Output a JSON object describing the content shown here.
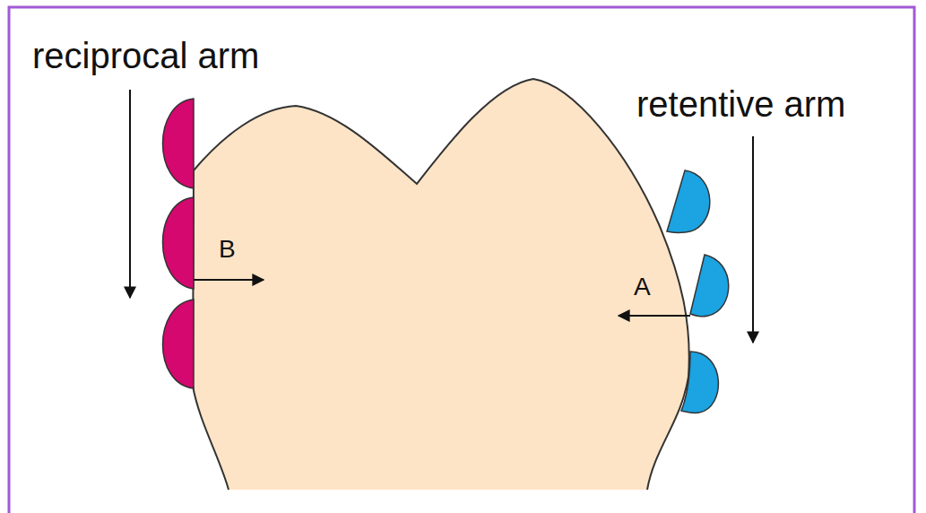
{
  "diagram": {
    "labels": [
      "reciprocal arm",
      "retentive arm",
      "B",
      "A"
    ]
  }
}
